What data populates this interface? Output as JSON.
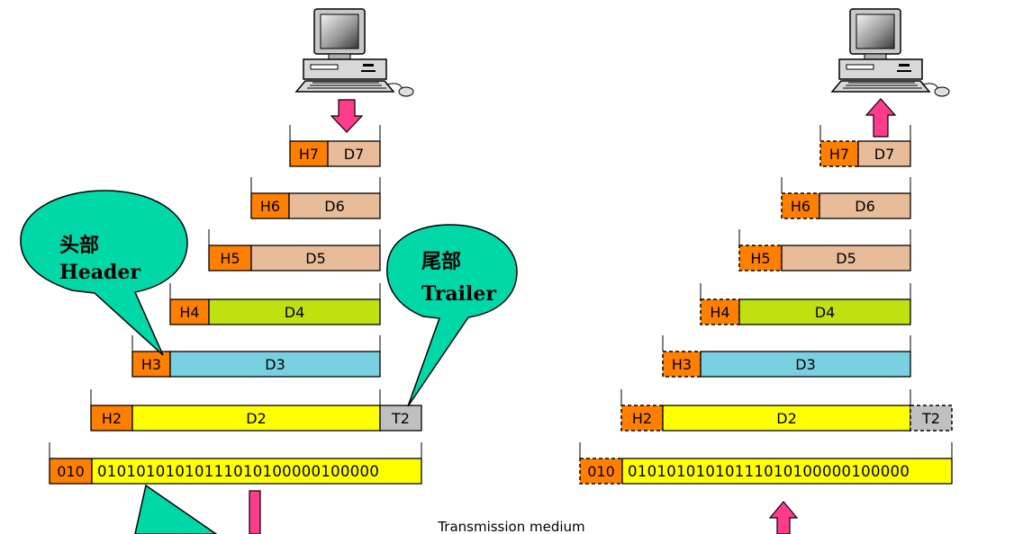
{
  "diagram": {
    "caption": "Transmission medium",
    "callouts": {
      "header": {
        "line1": "头部",
        "line2": "Header"
      },
      "trailer": {
        "line1": "尾部",
        "line2": "Trailer"
      }
    },
    "colors": {
      "header_box": "#ff7f00",
      "trailer_box": "#c0c0c0",
      "bubble": "#00d8a8",
      "arrow": "#ff3c8c",
      "d7": "#e8bc98",
      "d6": "#e8bc98",
      "d5": "#e8bc98",
      "d4": "#c0e010",
      "d3": "#78d0e0",
      "d2": "#ffff00",
      "bits": "#ffff00"
    },
    "sender": {
      "layers": [
        {
          "header": "H7",
          "data": "D7"
        },
        {
          "header": "H6",
          "data": "D6"
        },
        {
          "header": "H5",
          "data": "D5"
        },
        {
          "header": "H4",
          "data": "D4"
        },
        {
          "header": "H3",
          "data": "D3"
        },
        {
          "header": "H2",
          "data": "D2",
          "trailer": "T2"
        }
      ],
      "physical": {
        "header": "010",
        "bits": "01010101010111010100000100000"
      }
    },
    "receiver": {
      "layers": [
        {
          "header": "H7",
          "data": "D7"
        },
        {
          "header": "H6",
          "data": "D6"
        },
        {
          "header": "H5",
          "data": "D5"
        },
        {
          "header": "H4",
          "data": "D4"
        },
        {
          "header": "H3",
          "data": "D3"
        },
        {
          "header": "H2",
          "data": "D2",
          "trailer": "T2"
        }
      ],
      "physical": {
        "header": "010",
        "bits": "01010101010111010100000100000"
      }
    }
  }
}
